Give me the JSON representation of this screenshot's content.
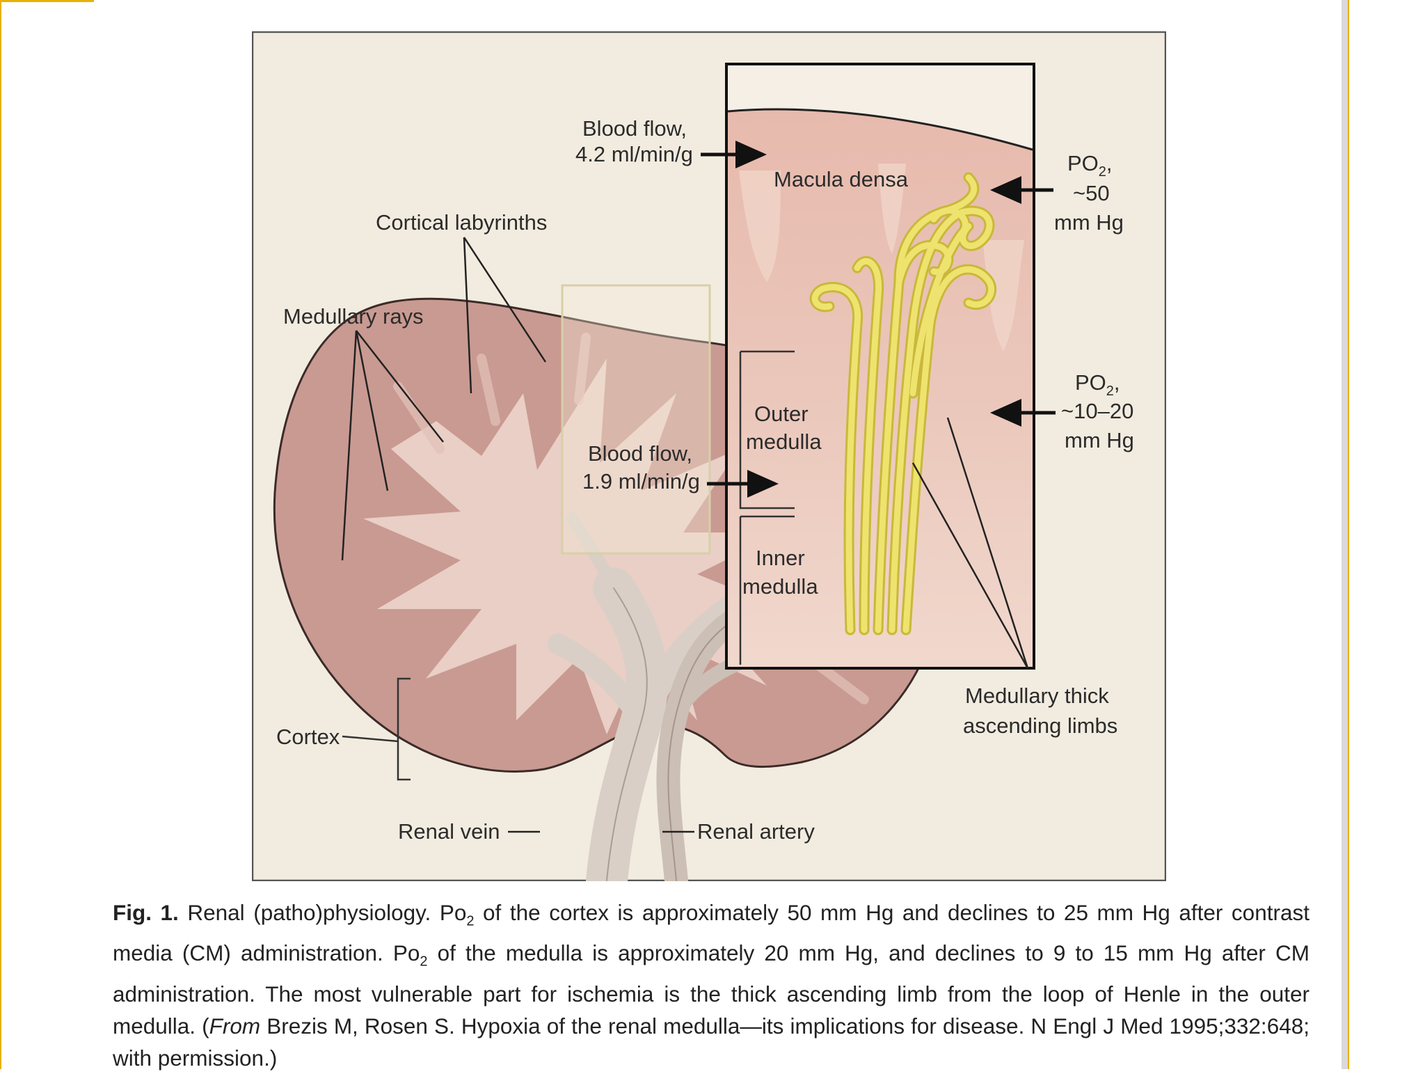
{
  "figure": {
    "labels": {
      "cortical_labyrinths": "Cortical labyrinths",
      "medullary_rays": "Medullary rays",
      "cortex": "Cortex",
      "renal_vein": "Renal vein",
      "renal_artery": "Renal artery",
      "blood_flow_cortex_line1": "Blood flow,",
      "blood_flow_cortex_line2": "4.2 ml/min/g",
      "blood_flow_medulla_line1": "Blood flow,",
      "blood_flow_medulla_line2": "1.9 ml/min/g",
      "macula_densa": "Macula densa",
      "outer_medulla_line1": "Outer",
      "outer_medulla_line2": "medulla",
      "inner_medulla_line1": "Inner",
      "inner_medulla_line2": "medulla",
      "po2_cortex_line1": "PO",
      "po2_cortex_sub": "2",
      "po2_cortex_line2": "~50",
      "po2_cortex_line3": "mm Hg",
      "po2_medulla_line1": "PO",
      "po2_medulla_sub": "2",
      "po2_medulla_line2": "~10–20",
      "po2_medulla_line3": "mm Hg",
      "thick_limbs_line1": "Medullary thick",
      "thick_limbs_line2": "ascending limbs"
    },
    "colors": {
      "panel_bg": "#f2ece0",
      "kidney_cortex": "#c99a92",
      "kidney_medulla": "#ecd5cc",
      "tubule": "#e6de6a",
      "inset_bg": "#e8c2b6"
    }
  },
  "caption": {
    "lead": "Fig. 1.",
    "text_1": " Renal (patho)physiology. Po",
    "sub_1": "2",
    "text_2": " of the cortex is approximately 50 mm Hg and declines to 25 mm Hg after contrast media (CM) administration. Po",
    "sub_2": "2",
    "text_3": " of the medulla is approximately 20 mm Hg, and declines to 9 to 15 mm Hg after CM administration. The most vulnerable part for ischemia is the thick ascending limb from the loop of Henle in the outer medulla. (",
    "italic": "From",
    "text_4": " Brezis M, Rosen S. Hypoxia of the renal medulla—its implications for disease. N Engl J Med 1995;332:648; with permission.)"
  }
}
